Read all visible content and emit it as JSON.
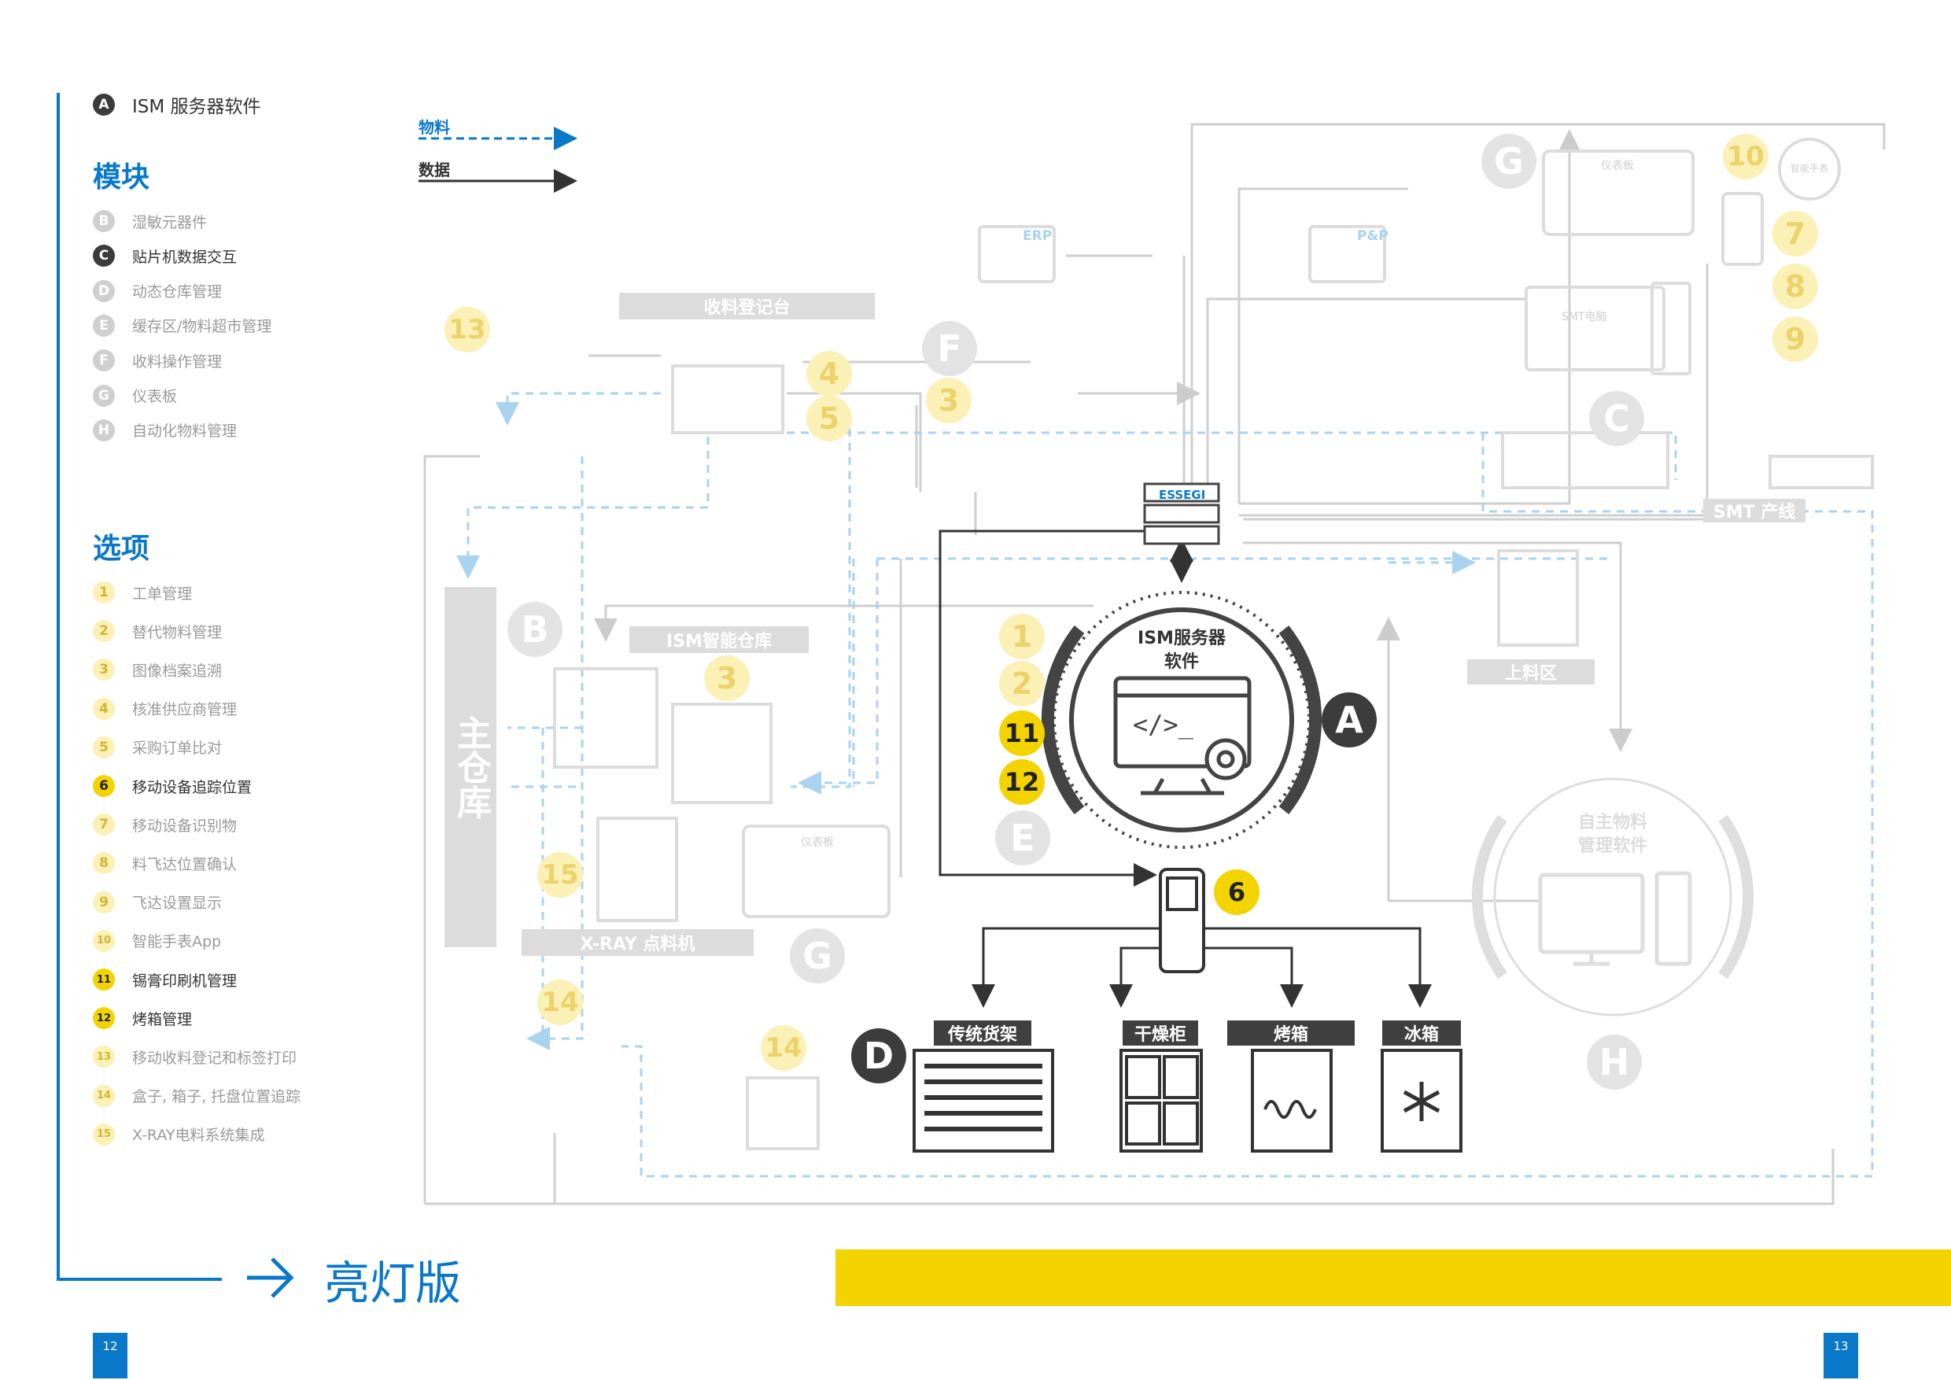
{
  "header": {
    "badge": "A",
    "title": "ISM 服务器软件"
  },
  "modules": {
    "heading": "模块",
    "items": [
      {
        "badge": "B",
        "label": "湿敏元器件",
        "active": false
      },
      {
        "badge": "C",
        "label": "贴片机数据交互",
        "active": true
      },
      {
        "badge": "D",
        "label": "动态仓库管理",
        "active": false
      },
      {
        "badge": "E",
        "label": "缓存区/物料超市管理",
        "active": false
      },
      {
        "badge": "F",
        "label": "收料操作管理",
        "active": false
      },
      {
        "badge": "G",
        "label": "仪表板",
        "active": false
      },
      {
        "badge": "H",
        "label": "自动化物料管理",
        "active": false
      }
    ]
  },
  "options": {
    "heading": "选项",
    "items": [
      {
        "badge": "1",
        "label": "工单管理",
        "active": false
      },
      {
        "badge": "2",
        "label": "替代物料管理",
        "active": false
      },
      {
        "badge": "3",
        "label": "图像档案追溯",
        "active": false
      },
      {
        "badge": "4",
        "label": "核准供应商管理",
        "active": false
      },
      {
        "badge": "5",
        "label": "采购订单比对",
        "active": false
      },
      {
        "badge": "6",
        "label": "移动设备追踪位置",
        "active": true
      },
      {
        "badge": "7",
        "label": "移动设备识别物",
        "active": false
      },
      {
        "badge": "8",
        "label": "料飞达位置确认",
        "active": false
      },
      {
        "badge": "9",
        "label": "飞达设置显示",
        "active": false
      },
      {
        "badge": "10",
        "label": "智能手表App",
        "active": false
      },
      {
        "badge": "11",
        "label": "锡膏印刷机管理",
        "active": true
      },
      {
        "badge": "12",
        "label": "烤箱管理",
        "active": true
      },
      {
        "badge": "13",
        "label": "移动收料登记和标签打印",
        "active": false
      },
      {
        "badge": "14",
        "label": "盒子, 箱子, 托盘位置追踪",
        "active": false
      },
      {
        "badge": "15",
        "label": "X-RAY电料系统集成",
        "active": false
      }
    ]
  },
  "legend": {
    "material": "物料",
    "data": "数据"
  },
  "colors": {
    "accent": "#0a78c8",
    "yellow": "#f3d400",
    "dark": "#3c3c3c",
    "grey": "#dcdcdc"
  },
  "diagram": {
    "receiving": "收料登记台",
    "smart_warehouse": "ISM智能仓库",
    "main_warehouse": "主仓库",
    "xray": "X-RAY 点料机",
    "erp": "ERP",
    "pnp": "P&P",
    "smt_pc": "SMT电脑",
    "smt_line": "SMT 产线",
    "loading": "上料区",
    "server_brand": "ESSEGI",
    "center_line1": "ISM服务器",
    "center_line2": "软件",
    "auto_line1": "自主物料",
    "auto_line2": "管理软件",
    "dashboard": "仪表板",
    "watch": "智能手表",
    "shelf": "传统货架",
    "dry": "干燥柜",
    "oven": "烤箱",
    "freezer": "冰箱",
    "letters": {
      "A": "A",
      "B": "B",
      "C": "C",
      "D": "D",
      "E": "E",
      "F": "F",
      "G": "G",
      "H": "H"
    },
    "nums": {
      "n1": "1",
      "n2": "2",
      "n3": "3",
      "n4": "4",
      "n5": "5",
      "n6": "6",
      "n7": "7",
      "n8": "8",
      "n9": "9",
      "n10": "10",
      "n11": "11",
      "n12": "12",
      "n13": "13",
      "n14": "14",
      "n15": "15"
    }
  },
  "footer": {
    "title": "亮灯版",
    "page_left": "12",
    "page_right": "13"
  }
}
